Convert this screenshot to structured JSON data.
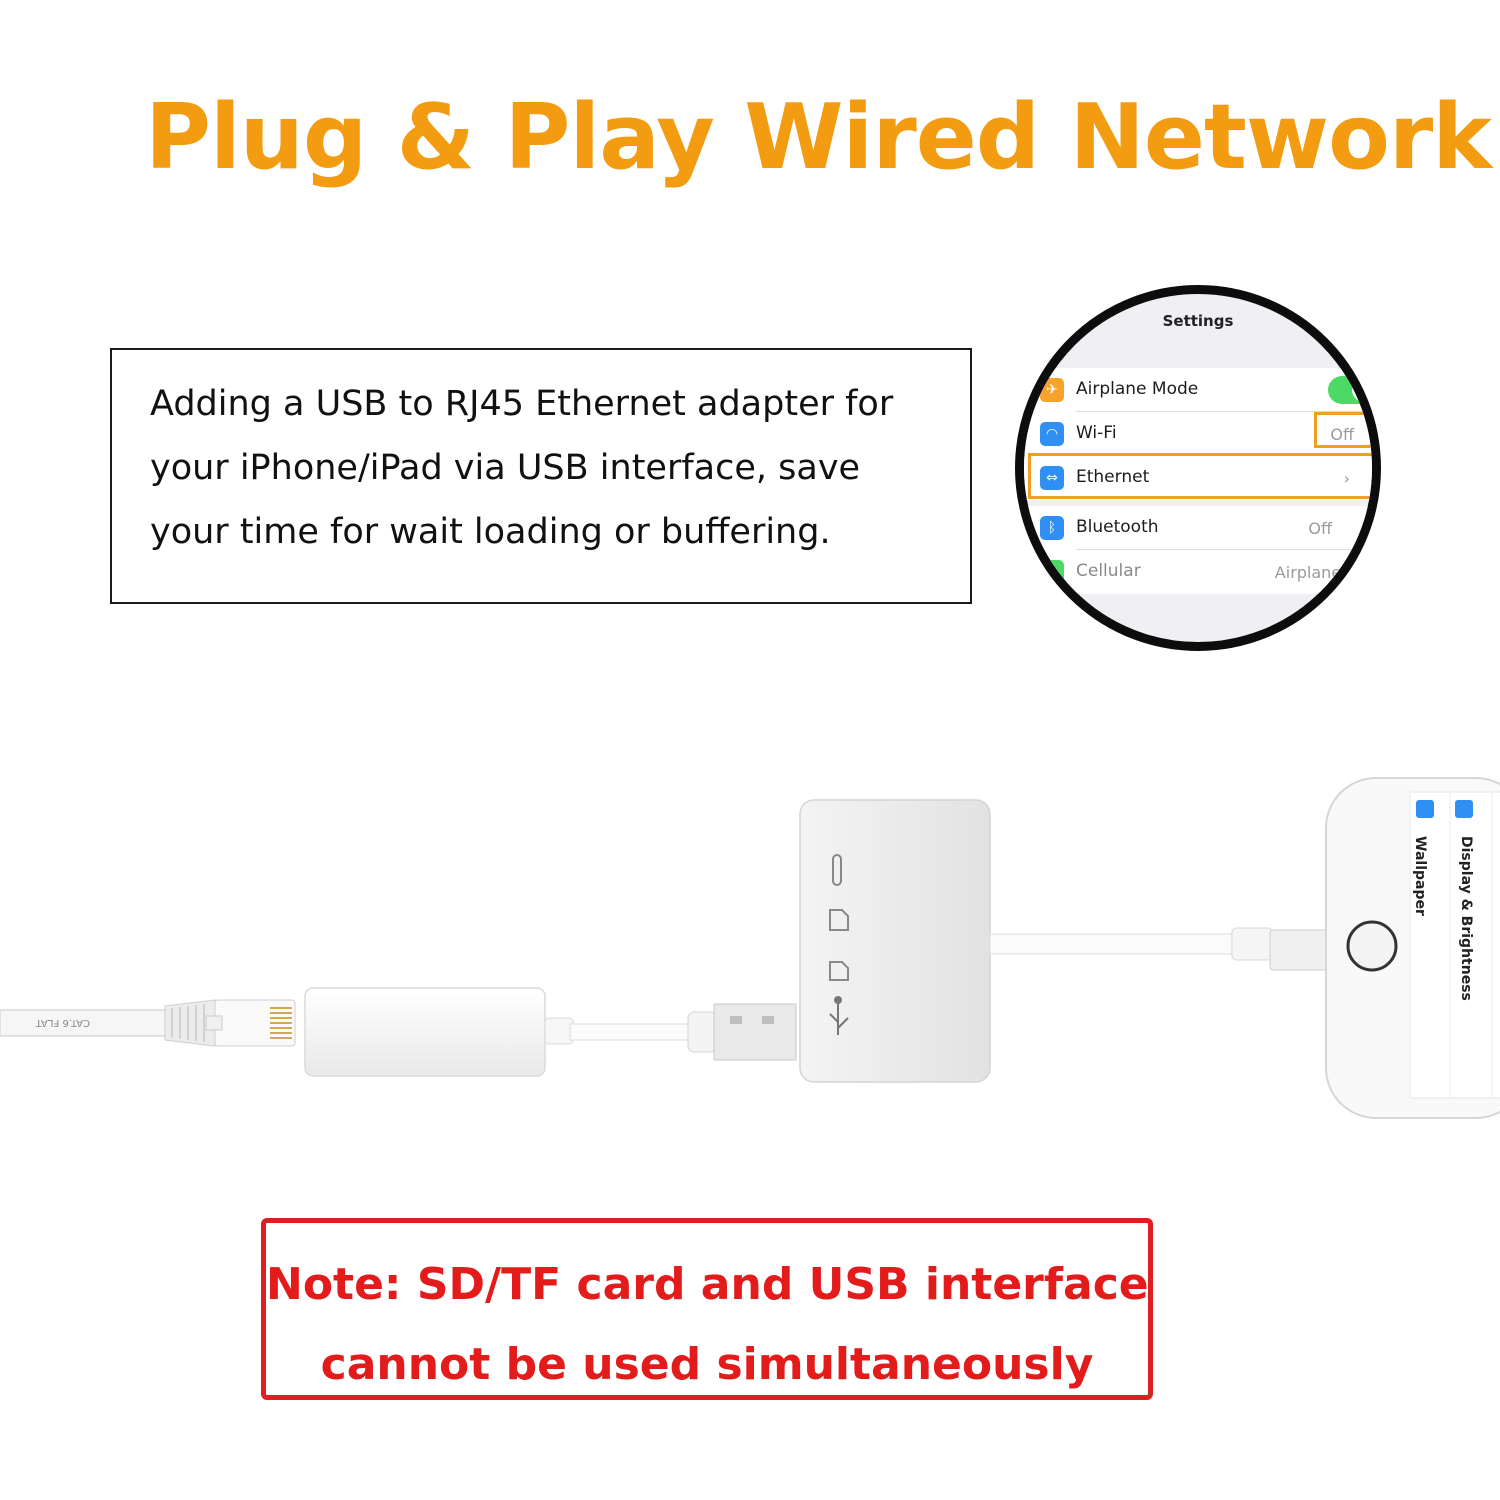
{
  "title": "Plug & Play Wired Network",
  "description": {
    "lines": [
      "Adding a USB to RJ45 Ethernet adapter for",
      "your iPhone/iPad via USB interface, save",
      "your time for wait loading or buffering."
    ]
  },
  "settings_panel": {
    "title": "Settings",
    "rows": [
      {
        "label": "Airplane Mode",
        "value": "",
        "icon": "airplane-icon",
        "color": "#f7a32b"
      },
      {
        "label": "Wi-Fi",
        "value": "Off",
        "icon": "wifi-icon",
        "color": "#2f8ff2"
      },
      {
        "label": "Ethernet",
        "value": "",
        "icon": "ethernet-icon",
        "color": "#2f8ff2"
      },
      {
        "label": "Bluetooth",
        "value": "Off",
        "icon": "bluetooth-icon",
        "color": "#2f8ff2"
      },
      {
        "label": "Cellular",
        "value": "Airplane Mod",
        "icon": "cellular-icon",
        "color": "#4cd964"
      }
    ],
    "airplane_toggle_on": true,
    "highlight_color": "#f0a020"
  },
  "illustration": {
    "cable_print": "CAT.6 FLAT",
    "phone_screen_items": [
      "Display & Brightness",
      "Wallpaper"
    ]
  },
  "note": {
    "lines": [
      "Note: SD/TF card and USB interface",
      "cannot be used simultaneously"
    ]
  },
  "colors": {
    "title": "#f39c12",
    "note": "#e31b1b",
    "highlight": "#f0a020"
  }
}
